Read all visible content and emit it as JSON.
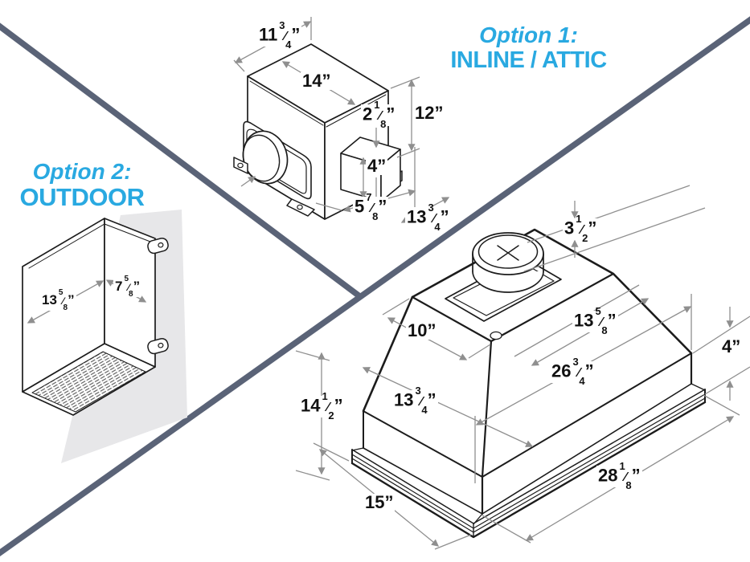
{
  "colors": {
    "accent_blue": "#29a9e1",
    "divider": "#5a6377",
    "line_art": "#1c1c1c",
    "dim_lines": "#8f8f8f",
    "wall_gray": "#e7e7e9"
  },
  "headings": {
    "option1": {
      "line1": "Option 1:",
      "line2": "INLINE / ATTIC"
    },
    "option2": {
      "line1": "Option 2:",
      "line2": "OUTDOOR"
    }
  },
  "inline_blower": {
    "dims": {
      "depth": {
        "w": "11",
        "n": "3",
        "d": "4",
        "u": "”"
      },
      "width": {
        "w": "14",
        "u": "”"
      },
      "height": {
        "w": "12",
        "u": "”"
      },
      "jbox_offset": {
        "w": "2",
        "n": "1",
        "d": "8",
        "u": "”"
      },
      "jbox_height": {
        "w": "4",
        "u": "”"
      },
      "duct_offset": {
        "w": "5",
        "n": "7",
        "d": "8",
        "u": "”"
      },
      "duct_clearance": {
        "w": "13",
        "n": "3",
        "d": "4",
        "u": "”"
      }
    }
  },
  "outdoor_blower": {
    "dims": {
      "width": {
        "w": "13",
        "n": "5",
        "d": "8",
        "u": "”"
      },
      "depth": {
        "w": "7",
        "n": "5",
        "d": "8",
        "u": "”"
      }
    }
  },
  "hood": {
    "dims": {
      "duct_height": {
        "w": "3",
        "n": "1",
        "d": "2",
        "u": "”"
      },
      "top_depth": {
        "w": "13",
        "n": "5",
        "d": "8",
        "u": "”"
      },
      "body_height": {
        "w": "4",
        "u": "”"
      },
      "top_width": {
        "w": "10",
        "u": "”"
      },
      "inner_width": {
        "w": "26",
        "n": "3",
        "d": "4",
        "u": "”"
      },
      "inner_depth": {
        "w": "13",
        "n": "3",
        "d": "4",
        "u": "”"
      },
      "total_height": {
        "w": "14",
        "n": "1",
        "d": "2",
        "u": "”"
      },
      "outer_width": {
        "w": "28",
        "n": "1",
        "d": "8",
        "u": "”"
      },
      "outer_depth": {
        "w": "15",
        "u": "”"
      }
    }
  }
}
